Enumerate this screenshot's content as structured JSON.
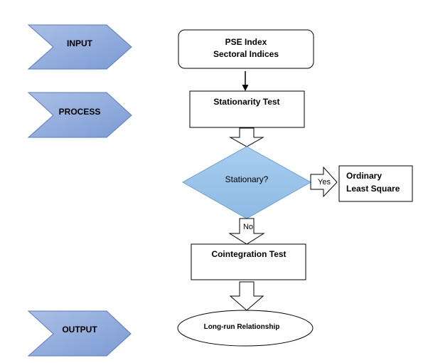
{
  "stages": {
    "input": "INPUT",
    "process": "PROCESS",
    "output": "OUTPUT"
  },
  "input_box": {
    "line1": "PSE Index",
    "line2": "Sectoral Indices"
  },
  "stationarity_test": "Stationarity Test",
  "decision": "Stationary?",
  "yes_label": "Yes",
  "no_label": "No",
  "ols_box": {
    "line1": "Ordinary",
    "line2": "Least Square"
  },
  "cointegration_test": "Cointegration Test",
  "output_ellipse": "Long-run Relationship",
  "colors": {
    "chevron_fill": "#8EA9DB",
    "chevron_stroke": "#5B7CB8",
    "diamond_fill": "#9DC3E6",
    "diamond_stroke": "#6A9FD0",
    "line": "#000000",
    "text": "#000000"
  }
}
